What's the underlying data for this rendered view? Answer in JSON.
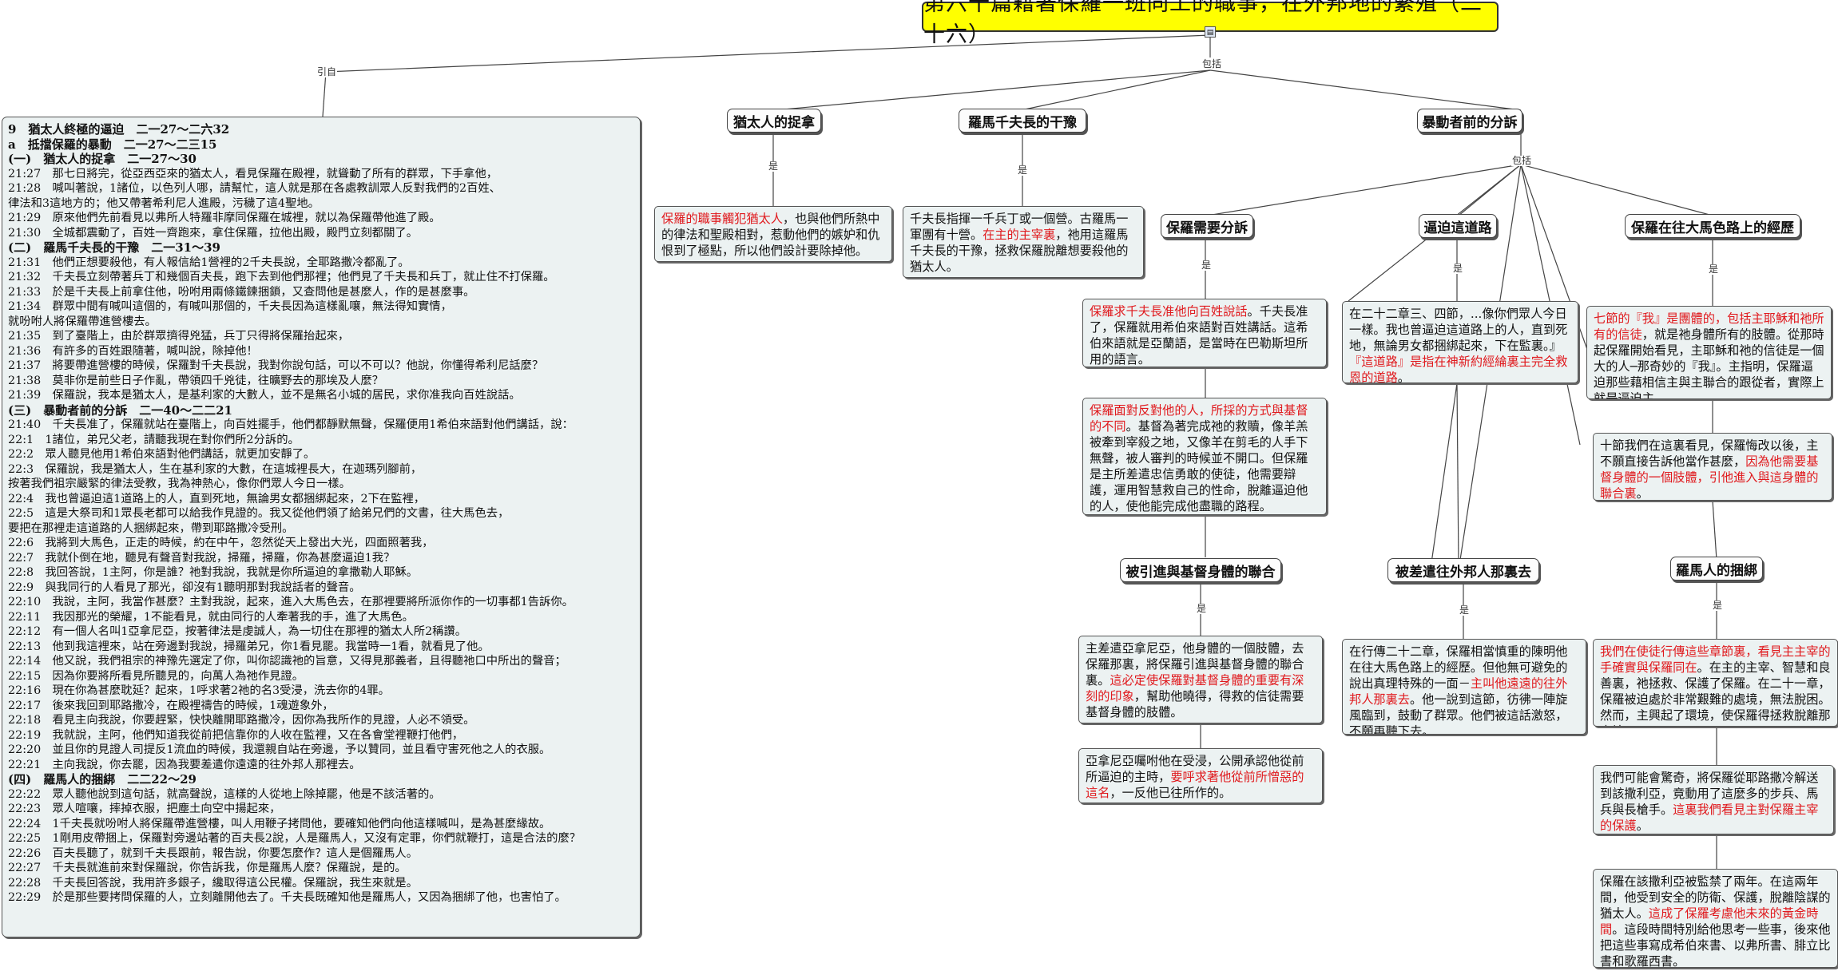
{
  "title": "第六十篇藉著保羅一班同工的職事，在外邦地的繁殖（二十六）",
  "title_icon": "document-icon",
  "link_labels": {
    "intro": "引自",
    "includes": "包括",
    "is": "是"
  },
  "left_panel": [
    {
      "t": "9　猶太人終極的逼迫　二一27～二六32",
      "h": true
    },
    {
      "t": "a　抵擋保羅的暴動　二一27～二三15",
      "h": true
    },
    {
      "t": "(一)　猶太人的捉拿　二一27～30",
      "h": true
    },
    {
      "t": "21:27　那七日將完，從亞西亞來的猶太人，看見保羅在殿裡，就聳動了所有的群眾，下手拿他，"
    },
    {
      "t": "21:28　喊叫著說，1諸位，以色列人哪，請幫忙，這人就是那在各處教訓眾人反對我們的2百姓、"
    },
    {
      "t": "律法和3這地方的；他又帶著希利尼人進殿，污穢了這4聖地。"
    },
    {
      "t": "21:29　原來他們先前看見以弗所人特羅非摩同保羅在城裡，就以為保羅帶他進了殿。"
    },
    {
      "t": "21:30　全城都震動了，百姓一齊跑來，拿住保羅，拉他出殿，殿門立刻都關了。"
    },
    {
      "t": "(二)　羅馬千夫長的干豫　二一31～39",
      "h": true
    },
    {
      "t": "21:31　他們正想要殺他，有人報信給1營裡的2千夫長說，全耶路撒冷都亂了。"
    },
    {
      "t": "21:32　千夫長立刻帶著兵丁和幾個百夫長，跑下去到他們那裡；他們見了千夫長和兵丁，就止住不打保羅。"
    },
    {
      "t": "21:33　於是千夫長上前拿住他，吩咐用兩條鐵鍊捆鎖，又查問他是甚麼人，作的是甚麼事。"
    },
    {
      "t": "21:34　群眾中間有喊叫這個的，有喊叫那個的，千夫長因為這樣亂嚷，無法得知實情，"
    },
    {
      "t": "就吩咐人將保羅帶進營樓去。"
    },
    {
      "t": "21:35　到了臺階上，由於群眾擠得兇猛，兵丁只得將保羅抬起來，"
    },
    {
      "t": "21:36　有許多的百姓跟隨著，喊叫說，除掉他！"
    },
    {
      "t": "21:37　將要帶進營樓的時候，保羅對千夫長說，我對你說句話，可以不可以？他說，你懂得希利尼話麼？"
    },
    {
      "t": "21:38　莫非你是前些日子作亂，帶領四千兇徒，往曠野去的那埃及人麼？"
    },
    {
      "t": "21:39　保羅說，我本是猶太人，是基利家的大數人，並不是無名小城的居民，求你准我向百姓說話。"
    },
    {
      "t": "(三)　暴動者前的分訴　二一40～二二21",
      "h": true
    },
    {
      "t": "21:40　千夫長准了，保羅就站在臺階上，向百姓擺手，他們都靜默無聲，保羅便用1希伯來語對他們講話，說："
    },
    {
      "t": "22:1　1諸位，弟兄父老，請聽我現在對你們所2分訴的。"
    },
    {
      "t": "22:2　眾人聽見他用1希伯來語對他們講話，就更加安靜了。"
    },
    {
      "t": "22:3　保羅說，我是猶太人，生在基利家的大數，在這城裡長大，在迦瑪列腳前，"
    },
    {
      "t": "按著我們祖宗嚴緊的律法受教，我為神熱心，像你們眾人今日一樣。"
    },
    {
      "t": "22:4　我也曾逼迫這1道路上的人，直到死地，無論男女都捆綁起來，2下在監裡，"
    },
    {
      "t": "22:5　這是大祭司和1眾長老都可以給我作見證的。我又從他們領了給弟兄們的文書，往大馬色去，"
    },
    {
      "t": "要把在那裡走這道路的人捆綁起來，帶到耶路撒冷受刑。"
    },
    {
      "t": "22:6　我將到大馬色，正走的時候，約在中午，忽然從天上發出大光，四面照著我，"
    },
    {
      "t": "22:7　我就仆倒在地，聽見有聲音對我說，掃羅，掃羅，你為甚麼逼迫1我？"
    },
    {
      "t": "22:8　我回答說，1主阿，你是誰？祂對我說，我就是你所逼迫的拿撒勒人耶穌。"
    },
    {
      "t": "22:9　與我同行的人看見了那光，卻沒有1聽明那對我說話者的聲音。"
    },
    {
      "t": "22:10　我說，主阿，我當作甚麼？主對我說，起來，進入大馬色去，在那裡要將所派你作的一切事都1告訴你。"
    },
    {
      "t": "22:11　我因那光的榮耀，1不能看見，就由同行的人牽著我的手，進了大馬色。"
    },
    {
      "t": "22:12　有一個人名叫1亞拿尼亞，按著律法是虔誠人，為一切住在那裡的猶太人所2稱讚。"
    },
    {
      "t": "22:13　他到我這裡來，站在旁邊對我說，掃羅弟兄，你1看見罷。我當時一1看，就看見了他。"
    },
    {
      "t": "22:14　他又說，我們祖宗的神豫先選定了你，叫你認識祂的旨意，又得見那義者，且得聽祂口中所出的聲音；"
    },
    {
      "t": "22:15　因為你要將所看見所聽見的，向萬人為祂作見證。"
    },
    {
      "t": "22:16　現在你為甚麼耽延？起來，1呼求著2祂的名3受浸，洗去你的4罪。"
    },
    {
      "t": "22:17　後來我回到耶路撒冷，在殿裡禱告的時候，1魂遊象外，"
    },
    {
      "t": "22:18　看見主向我說，你要趕緊，快快離開耶路撒冷，因你為我所作的見證，人必不領受。"
    },
    {
      "t": "22:19　我就說，主阿，他們知道我從前把信靠你的人收在監裡，又在各會堂裡鞭打他們，"
    },
    {
      "t": "22:20　並且你的見證人司提反1流血的時候，我還親自站在旁邊，予以贊同，並且看守害死他之人的衣服。"
    },
    {
      "t": "22:21　主向我說，你去罷，因為我要差遣你遠遠的往外邦人那裡去。"
    },
    {
      "t": "(四)　羅馬人的捆綁　二二22～29",
      "h": true
    },
    {
      "t": "22:22　眾人聽他說到這句話，就高聲說，這樣的人從地上除掉罷，他是不該活著的。"
    },
    {
      "t": "22:23　眾人喧嚷，摔掉衣服，把塵土向空中揚起來，"
    },
    {
      "t": "22:24　1千夫長就吩咐人將保羅帶進營樓，叫人用鞭子拷問他，要確知他們向他這樣喊叫，是為甚麼緣故。"
    },
    {
      "t": "22:25　1剛用皮帶捆上，保羅對旁邊站著的百夫長2說，人是羅馬人，又沒有定罪，你們就鞭打，這是合法的麼？"
    },
    {
      "t": "22:26　百夫長聽了，就到千夫長跟前，報告說，你要怎麼作？這人是個羅馬人。"
    },
    {
      "t": "22:27　千夫長就進前來對保羅說，你告訴我，你是羅馬人麼？保羅說，是的。"
    },
    {
      "t": "22:28　千夫長回答說，我用許多銀子，纔取得這公民權。保羅說，我生來就是。"
    },
    {
      "t": "22:29　於是那些要拷問保羅的人，立刻離開他去了。千夫長既確知他是羅馬人，又因為捆綁了他，也害怕了。"
    }
  ],
  "topics": {
    "t1": "猶太人的捉拿",
    "t2": "羅馬千夫長的干豫",
    "t3": "暴動者前的分訴",
    "s1": "保羅需要分訴",
    "s2": "逼迫這道路",
    "s3": "保羅在往大馬色路上的經歷",
    "s4": "被引進與基督身體的聯合",
    "s5": "被差遣往外邦人那裏去",
    "s6": "羅馬人的捆綁"
  },
  "notes": {
    "n1": [
      {
        "r": "保羅的職事觸犯猶太人"
      },
      {
        "t": "，也與他們所熱中的律法和聖殿相對，惹動他們的嫉妒和仇恨到了極點，所以他們設計要除掉他。"
      }
    ],
    "n2": [
      {
        "t": "千夫長指揮一千兵丁或一個營。古羅馬一軍團有十營。"
      },
      {
        "r": "在主的主宰裏"
      },
      {
        "t": "，祂用這羅馬千夫長的干豫，拯救保羅脫離想要殺他的猶太人。"
      }
    ],
    "n3": [
      {
        "r": "保羅求千夫長准他向百姓說話"
      },
      {
        "t": "。千夫長准了，保羅就用希伯來語對百姓講話。這希伯來語就是亞蘭語，是當時在巴勒斯坦所用的語言。"
      }
    ],
    "n4": [
      {
        "r": "保羅面對反對他的人，所採的方式與基督的不同"
      },
      {
        "t": "。基督為著完成祂的救贖，像羊羔被牽到宰殺之地，又像羊在剪毛的人手下無聲，被人審判的時候並不開口。但保羅是主所差遣忠信勇敢的使徒，他需要辯護，運用智慧救自己的性命，脫離逼迫他的人，使他能完成他盡職的路程。"
      }
    ],
    "n5": [
      {
        "t": "在二十二章三、四節，...像你們眾人今日一樣。我也曾逼迫這道路上的人，直到死地，無論男女都捆綁起來，下在監裏。』"
      },
      {
        "r": "『這道路』是指在神新約經綸裏主完全救恩的道路"
      },
      {
        "t": "。"
      }
    ],
    "n6": [
      {
        "r": "七節的『我』是團體的，包括主耶穌和祂所有的信徒"
      },
      {
        "t": "，就是祂身體所有的肢體。從那時起保羅開始看見，主耶穌和祂的信徒是一個大的人─那奇妙的『我』。主指明，保羅逼迫那些藉相信主與主聯合的跟從者，實際上就是逼迫主。"
      }
    ],
    "n7": [
      {
        "t": "十節我們在這裏看見，保羅悔改以後，主不願直接告訴他當作甚麼，"
      },
      {
        "r": "因為他需要基督身體的一個肢體，引他進入與這身體的聯合裏"
      },
      {
        "t": "。"
      }
    ],
    "n8": [
      {
        "t": "主差遣亞拿尼亞，他身體的一個肢體，去保羅那裏，將保羅引進與基督身體的聯合裏。"
      },
      {
        "r": "這必定使保羅對基督身體的重要有深刻的印象"
      },
      {
        "t": "，幫助他曉得，得救的信徒需要基督身體的肢體。"
      }
    ],
    "n9": [
      {
        "t": "亞拿尼亞囑咐他在受浸，公開承認他從前所逼迫的主時，"
      },
      {
        "r": "要呼求著他從前所憎惡的這名"
      },
      {
        "t": "，一反他已往所作的。"
      }
    ],
    "n10": [
      {
        "t": "在行傳二十二章，保羅相當慎重的陳明他在往大馬色路上的經歷。但他無可避免的說出真理特殊的一面－"
      },
      {
        "r": "主叫他遠遠的往外邦人那裏去"
      },
      {
        "t": "。他一說到這節，彷彿一陣旋風臨到，鼓動了群眾。他們被這話激怒，不願再聽下去。"
      }
    ],
    "n11": [
      {
        "r": "我們在使徒行傳這些章節裏，看見主主宰的手確實與保羅同在"
      },
      {
        "t": "。在主的主宰、智慧和良善裏，祂拯救、保護了保羅。在二十一章，保羅被迫處於非常艱難的處境，無法脫困。然而，主興起了環境，使保羅得拯救脫離那處境。"
      }
    ],
    "n12": [
      {
        "t": "我們可能會驚奇，將保羅從耶路撒冷解送到該撒利亞，竟動用了這麼多的步兵、馬兵與長槍手。"
      },
      {
        "r": "這裏我們看見主對保羅主宰的保護"
      },
      {
        "t": "。"
      }
    ],
    "n13": [
      {
        "t": "保羅在該撒利亞被監禁了兩年。在這兩年間，他受到安全的防衛、保護，脫離陰謀的猶太人。"
      },
      {
        "r": "這成了保羅考慮他未來的黃金時間"
      },
      {
        "t": "。這段時間特別給他思考一些事，後來他把這些事寫成希伯來書、以弗所書、腓立比書和歌羅西書。"
      }
    ]
  },
  "colors": {
    "title_bg": "#ffff00",
    "box_bg": "#ecf2f2",
    "highlight": "#e0191d",
    "line": "#444444"
  }
}
